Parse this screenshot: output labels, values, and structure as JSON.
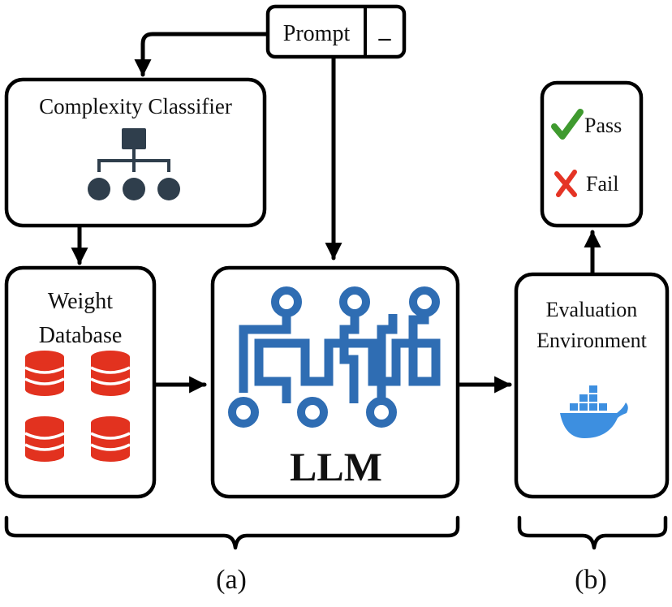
{
  "prompt": {
    "label": "Prompt",
    "cursor": "_"
  },
  "classifier": {
    "title": "Complexity Classifier",
    "icon": "hierarchy-icon",
    "icon_color": "#2f3e4c"
  },
  "database": {
    "title_line1": "Weight",
    "title_line2": "Database",
    "icon": "database-icon",
    "icon_color": "#e2321f"
  },
  "llm": {
    "label": "LLM",
    "icon": "circuit-icon",
    "icon_color": "#2f6db3"
  },
  "evaluation": {
    "title_line1": "Evaluation",
    "title_line2": "Environment",
    "icon": "docker-whale-icon",
    "icon_color": "#3d8fe0"
  },
  "results": {
    "pass": {
      "label": "Pass",
      "icon": "checkmark-icon",
      "color": "#3f9a2f"
    },
    "fail": {
      "label": "Fail",
      "icon": "cross-icon",
      "color": "#e53425"
    }
  },
  "braces": {
    "a": "(a)",
    "b": "(b)"
  }
}
